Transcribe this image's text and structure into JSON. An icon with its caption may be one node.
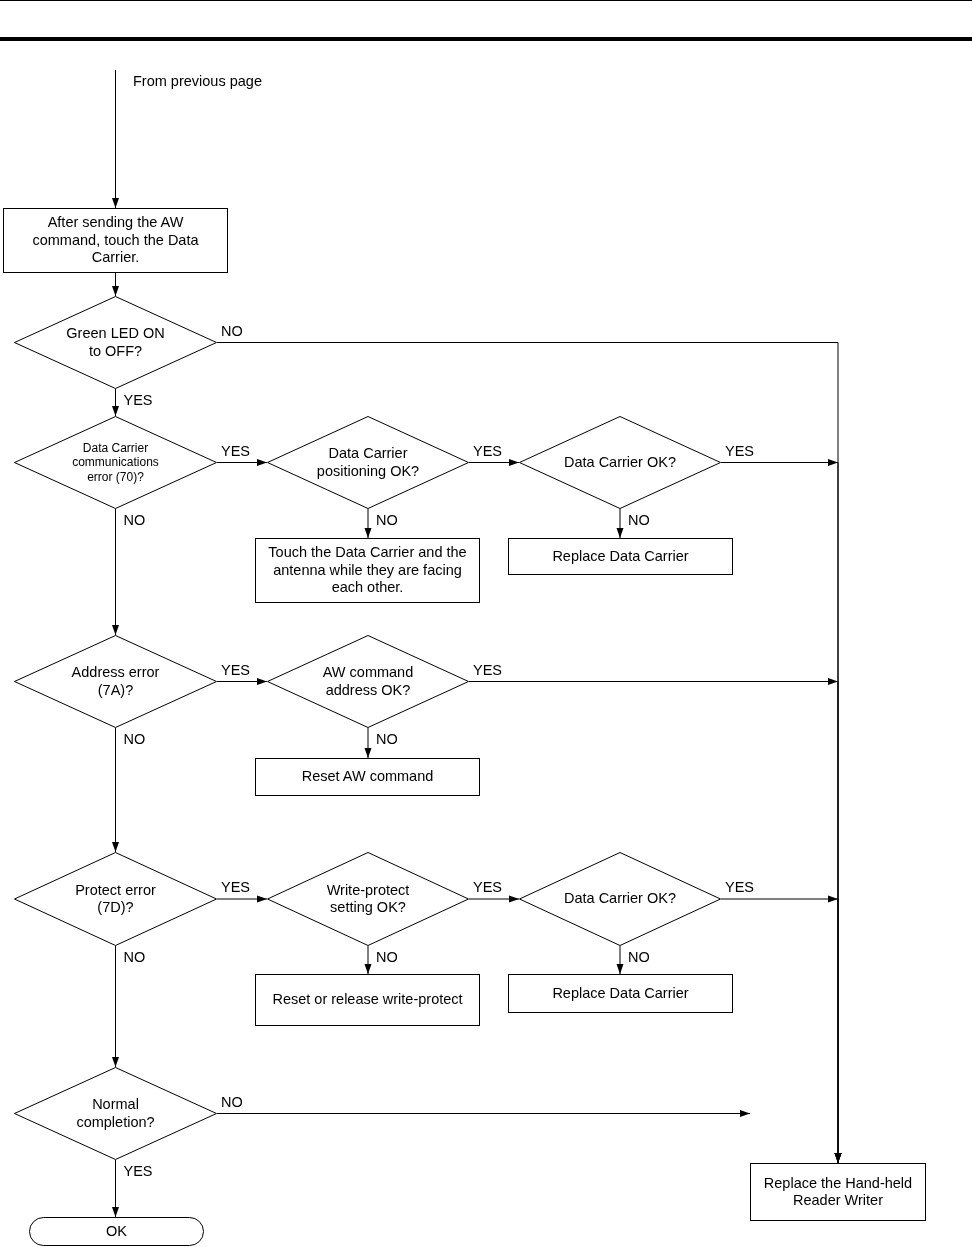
{
  "diagram": {
    "nodes": [
      {
        "text": [
          "After sending the AW command, touch the Data Carrier."
        ]
      },
      {
        "text": [
          "Green LED ON to OFF?"
        ]
      },
      {
        "text": [
          "Data Carrier communications error (70)?"
        ]
      },
      {
        "text": [
          "Data Carrier positioning OK?"
        ]
      },
      {
        "text": [
          "Data Carrier OK?"
        ]
      },
      {
        "text": [
          "Touch the Data Carrier and the antenna while they are facing each other."
        ]
      },
      {
        "text": [
          "Replace Data Carrier"
        ]
      },
      {
        "text": [
          "Address error (7A)?"
        ]
      },
      {
        "text": [
          "AW command address OK?"
        ]
      },
      {
        "text": [
          "Reset AW command"
        ]
      },
      {
        "text": [
          "Protect error (7D)?"
        ]
      },
      {
        "text": [
          "Write-protect setting OK?"
        ]
      },
      {
        "text": [
          "Data Carrier OK?"
        ]
      },
      {
        "text": [
          "Reset or release write-protect"
        ]
      },
      {
        "text": [
          "Replace Data Carrier"
        ]
      },
      {
        "text": [
          "Normal completion?"
        ]
      },
      {
        "text": [
          "OK"
        ]
      },
      {
        "text": [
          "Replace the Hand-held Reader Writer"
        ]
      }
    ],
    "edges": [
      {
        "from": null,
        "to": 0,
        "arrow": "to"
      },
      {
        "from": 0,
        "to": 1,
        "arrow": "to"
      },
      {
        "from": 1,
        "to": 17,
        "arrow": "to",
        "label": "NO"
      },
      {
        "from": 1,
        "to": 2,
        "arrow": "to",
        "label": "YES"
      },
      {
        "from": 2,
        "to": 3,
        "arrow": "to",
        "label": "YES"
      },
      {
        "from": 3,
        "to": 4,
        "arrow": "to",
        "label": "YES"
      },
      {
        "from": 4,
        "to": 17,
        "arrow": "to",
        "label": "YES"
      },
      {
        "from": 3,
        "to": 5,
        "arrow": "to",
        "label": "NO"
      },
      {
        "from": 4,
        "to": 6,
        "arrow": "to",
        "label": "NO"
      },
      {
        "from": 2,
        "to": 7,
        "arrow": "to",
        "label": "NO"
      },
      {
        "from": 7,
        "to": 8,
        "arrow": "to",
        "label": "YES"
      },
      {
        "from": 8,
        "to": 17,
        "arrow": "to",
        "label": "YES"
      },
      {
        "from": 8,
        "to": 9,
        "arrow": "to",
        "label": "NO"
      },
      {
        "from": 7,
        "to": 10,
        "arrow": "to",
        "label": "NO"
      },
      {
        "from": 10,
        "to": 11,
        "arrow": "to",
        "label": "YES"
      },
      {
        "from": 11,
        "to": 12,
        "arrow": "to",
        "label": "YES"
      },
      {
        "from": 12,
        "to": 17,
        "arrow": "to",
        "label": "YES"
      },
      {
        "from": 11,
        "to": 13,
        "arrow": "to",
        "label": "NO"
      },
      {
        "from": 12,
        "to": 14,
        "arrow": "to",
        "label": "NO"
      },
      {
        "from": 10,
        "to": 15,
        "arrow": "to",
        "label": "NO"
      },
      {
        "from": 15,
        "to": 17,
        "arrow": "to",
        "label": "NO"
      },
      {
        "from": 15,
        "to": 16,
        "arrow": "to",
        "label": "YES"
      }
    ],
    "labels": [
      "From previous page"
    ]
  }
}
